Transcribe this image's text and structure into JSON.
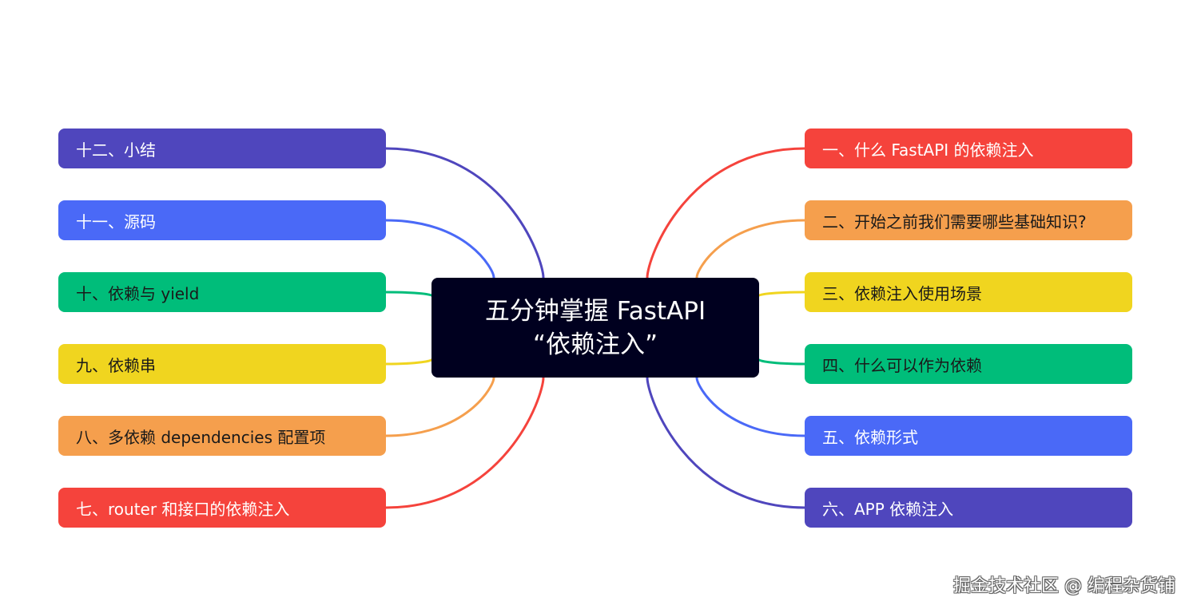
{
  "center": {
    "line1": "五分钟掌握 FastAPI",
    "line2": "“依赖注入”"
  },
  "right_nodes": [
    {
      "label": "一、什么 FastAPI 的依赖注入",
      "color": "#f5433c",
      "text_color": "#ffffff"
    },
    {
      "label": "二、开始之前我们需要哪些基础知识?",
      "color": "#f59f4d",
      "text_color": "#1a1a1a"
    },
    {
      "label": "三、依赖注入使用场景",
      "color": "#f0d51f",
      "text_color": "#1a1a1a"
    },
    {
      "label": "四、什么可以作为依赖",
      "color": "#00bd7a",
      "text_color": "#1a1a1a"
    },
    {
      "label": "五、依赖形式",
      "color": "#4a69f7",
      "text_color": "#ffffff"
    },
    {
      "label": "六、APP 依赖注入",
      "color": "#4f46bd",
      "text_color": "#ffffff"
    }
  ],
  "left_nodes": [
    {
      "label": "十二、小结",
      "color": "#4f46bd",
      "text_color": "#ffffff"
    },
    {
      "label": "十一、源码",
      "color": "#4a69f7",
      "text_color": "#ffffff"
    },
    {
      "label": "十、依赖与 yield",
      "color": "#00bd7a",
      "text_color": "#1a1a1a"
    },
    {
      "label": "九、依赖串",
      "color": "#f0d51f",
      "text_color": "#1a1a1a"
    },
    {
      "label": "八、多依赖 dependencies 配置项",
      "color": "#f59f4d",
      "text_color": "#1a1a1a"
    },
    {
      "label": "七、router 和接口的依赖注入",
      "color": "#f5433c",
      "text_color": "#ffffff"
    }
  ],
  "watermark": "掘金技术社区 @ 编程杂货铺"
}
